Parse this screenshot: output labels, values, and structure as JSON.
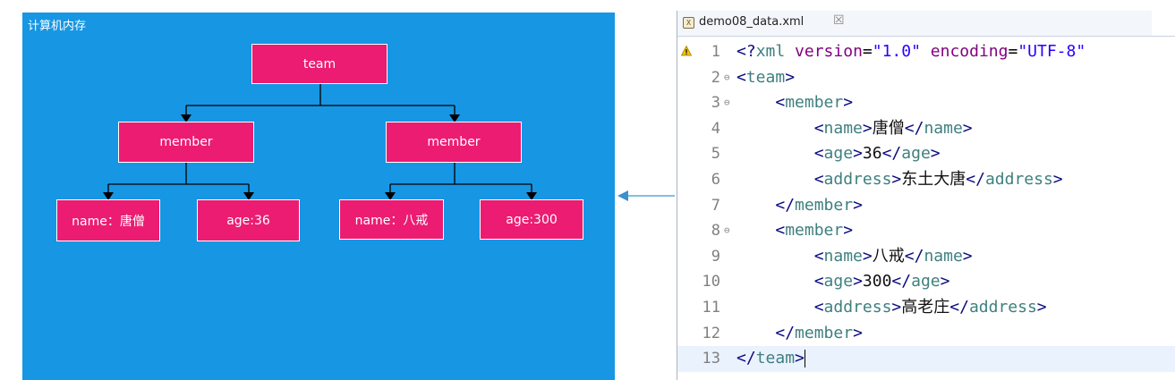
{
  "diagram": {
    "title": "计算机内存",
    "nodes": {
      "team": "team",
      "member1": "member",
      "member2": "member",
      "name1": "name：唐僧",
      "age1": "age:36",
      "name2": "name：八戒",
      "age2": "age:300"
    }
  },
  "colors": {
    "panel": "#1696e3",
    "node": "#ec1c72",
    "tag": "#3f7f7f",
    "bracket": "#0a0a80",
    "attribute": "#7f007f",
    "string": "#2a00ff"
  },
  "editor": {
    "tab": {
      "icon": "xml-file-icon",
      "label": "demo08_data.xml",
      "close": "☒"
    },
    "lines": [
      {
        "n": "1",
        "text": "<?xml version=\"1.0\" encoding=\"UTF-8\"",
        "warning": true
      },
      {
        "n": "2",
        "text": "<team>",
        "fold": true
      },
      {
        "n": "3",
        "text": "    <member>",
        "fold": true
      },
      {
        "n": "4",
        "text": "        <name>唐僧</name>"
      },
      {
        "n": "5",
        "text": "        <age>36</age>"
      },
      {
        "n": "6",
        "text": "        <address>东土大唐</address>"
      },
      {
        "n": "7",
        "text": "    </member>"
      },
      {
        "n": "8",
        "text": "    <member>",
        "fold": true
      },
      {
        "n": "9",
        "text": "        <name>八戒</name>"
      },
      {
        "n": "10",
        "text": "        <age>300</age>"
      },
      {
        "n": "11",
        "text": "        <address>高老庄</address>"
      },
      {
        "n": "12",
        "text": "    </member>"
      },
      {
        "n": "13",
        "text": "</team>",
        "current": true
      }
    ]
  }
}
